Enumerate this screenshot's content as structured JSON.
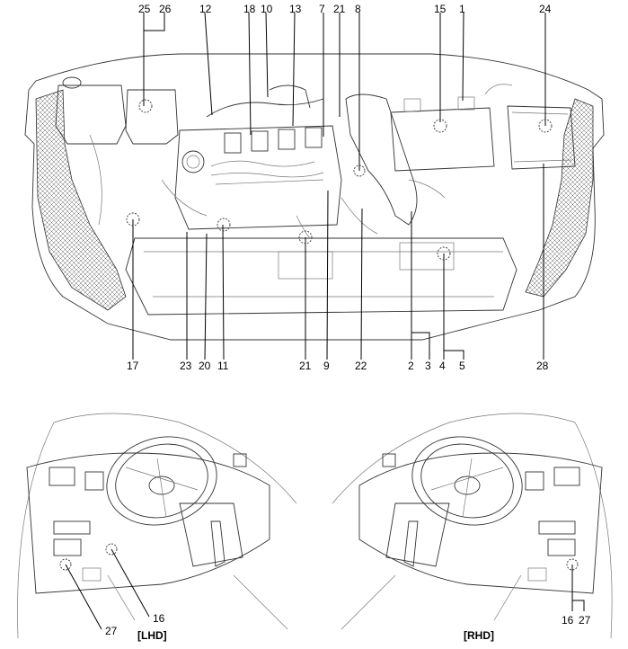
{
  "engine_bay": {
    "callouts": [
      {
        "id": "c25",
        "label": "25"
      },
      {
        "id": "c26",
        "label": "26"
      },
      {
        "id": "c12",
        "label": "12"
      },
      {
        "id": "c18",
        "label": "18"
      },
      {
        "id": "c10",
        "label": "10"
      },
      {
        "id": "c13",
        "label": "13"
      },
      {
        "id": "c7",
        "label": "7"
      },
      {
        "id": "c21a",
        "label": "21"
      },
      {
        "id": "c8",
        "label": "8"
      },
      {
        "id": "c15",
        "label": "15"
      },
      {
        "id": "c1",
        "label": "1"
      },
      {
        "id": "c24",
        "label": "24"
      },
      {
        "id": "c17",
        "label": "17"
      },
      {
        "id": "c23",
        "label": "23"
      },
      {
        "id": "c20",
        "label": "20"
      },
      {
        "id": "c11",
        "label": "11"
      },
      {
        "id": "c21b",
        "label": "21"
      },
      {
        "id": "c9",
        "label": "9"
      },
      {
        "id": "c22",
        "label": "22"
      },
      {
        "id": "c2",
        "label": "2"
      },
      {
        "id": "c3",
        "label": "3"
      },
      {
        "id": "c4",
        "label": "4"
      },
      {
        "id": "c5",
        "label": "5"
      },
      {
        "id": "c28",
        "label": "28"
      }
    ]
  },
  "lhd_view": {
    "caption": "[LHD]",
    "callouts": [
      {
        "id": "l27",
        "label": "27"
      },
      {
        "id": "l16",
        "label": "16"
      }
    ]
  },
  "rhd_view": {
    "caption": "[RHD]",
    "callouts": [
      {
        "id": "r16",
        "label": "16"
      },
      {
        "id": "r27",
        "label": "27"
      }
    ]
  }
}
